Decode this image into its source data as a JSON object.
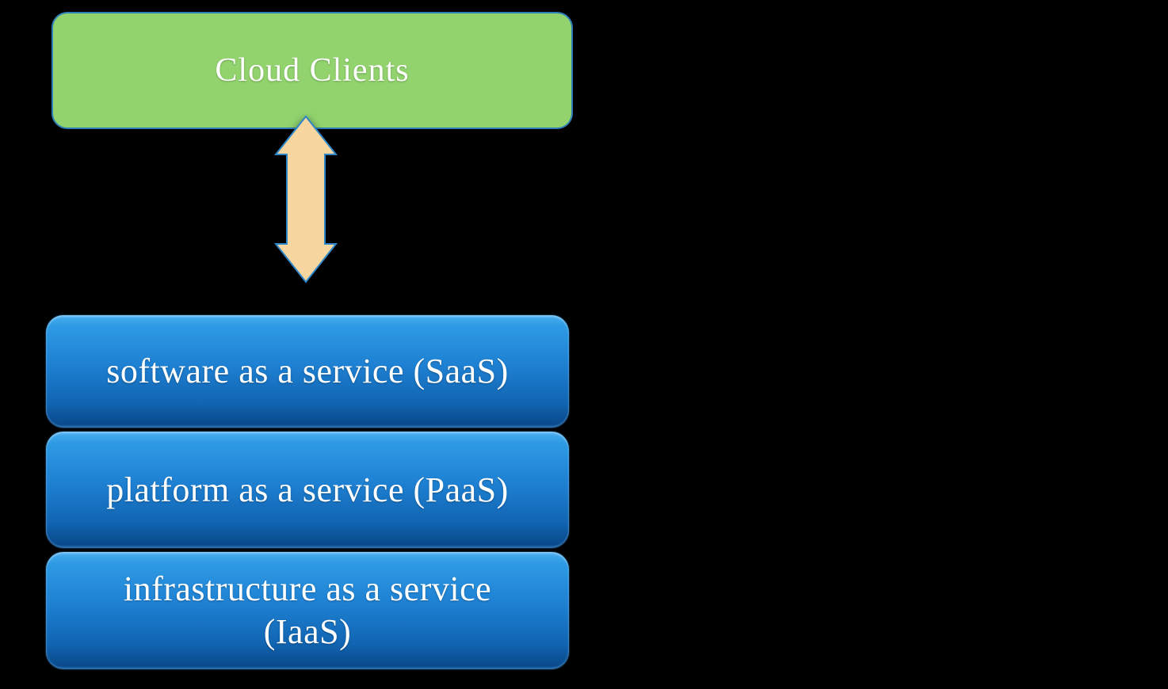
{
  "diagram": {
    "client_box": {
      "label": "Cloud Clients",
      "fill_color": "#92d36e",
      "border_color": "#2e7fb8"
    },
    "connector": {
      "type": "double-headed-vertical-arrow",
      "fill_color": "#f7d6a0",
      "border_color": "#2e86c8"
    },
    "layers": [
      {
        "label": "software as a service (SaaS)"
      },
      {
        "label": "platform as a service (PaaS)"
      },
      {
        "label": "infrastructure as a service (IaaS)"
      }
    ],
    "layer_style": {
      "gradient_top_color": "#4aaeee",
      "gradient_mid_color": "#1f82d4",
      "gradient_bottom_color": "#0a4a8c",
      "text_color": "#ffffff"
    },
    "background_color": "#000000"
  }
}
